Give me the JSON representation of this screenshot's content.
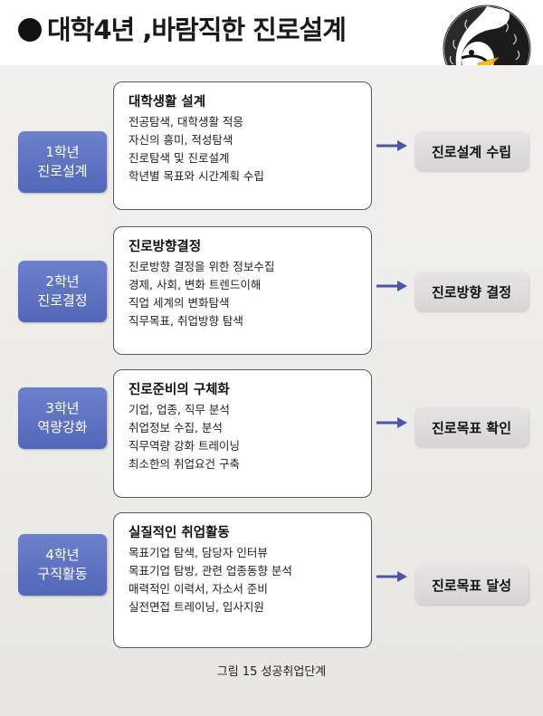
{
  "header": {
    "title": "대학4년 ,바람직한 진로설계"
  },
  "steps": [
    {
      "year_line1": "1학년",
      "year_line2": "진로설계",
      "title": "대학생활 설계",
      "items": [
        "전공탐색, 대학생활 적응",
        "자신의 흥미, 적성탐색",
        "진로탐색 및 진로설계",
        "학년별 목표와 시간계획 수립"
      ],
      "result": "진로설계 수립"
    },
    {
      "year_line1": "2학년",
      "year_line2": "진로결정",
      "title": "진로방향결정",
      "items": [
        "진로방향 결정을 위한 정보수집",
        "경제, 사회, 변화 트렌드이해",
        "직업 세계의 변화탐색",
        "직무목표, 취업방향 탐색"
      ],
      "result": "진로방향 결정"
    },
    {
      "year_line1": "3학년",
      "year_line2": "역량강화",
      "title": "진로준비의 구체화",
      "items": [
        "기업, 업종, 직무 분석",
        "취업정보 수집, 분석",
        "직무역량 강화 트레이닝",
        "최소한의 취업요건 구축"
      ],
      "result": "진로목표 확인"
    },
    {
      "year_line1": "4학년",
      "year_line2": "구직활동",
      "title": "실질적인 취업활동",
      "items": [
        "목표기업 탐색, 담당자 인터뷰",
        "목표기업 탐방, 관련 업종동향 분석",
        "매력적인 이력서, 자소서 준비",
        "실전면접 트레이닝, 입사지원"
      ],
      "result": "진로목표 달성"
    }
  ],
  "caption": "그림 15 성공취업단계",
  "colors": {
    "badge": "#5a6dbf",
    "result_bg": "#dcd9da",
    "arrow": "#4a55a8"
  },
  "icons": {
    "header_bullet": "filled-circle-icon",
    "corner_mascot": "penguin-icon",
    "connector": "right-arrow-icon"
  }
}
